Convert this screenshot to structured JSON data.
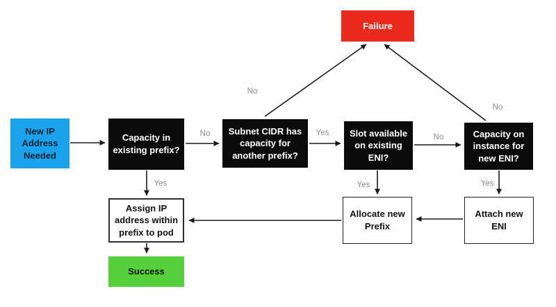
{
  "diagram_type": "flowchart",
  "colors": {
    "start_fill": "#1aa3ec",
    "decision_fill": "#0b0b0b",
    "decision_text": "#ffffff",
    "failure_fill": "#e8291c",
    "success_fill": "#55cf3b",
    "process_fill": "#ffffff",
    "edge_label_text": "#8b8b8b",
    "arrow_stroke": "#1a1a1a"
  },
  "nodes": {
    "start": {
      "label": "New IP Address Needed",
      "type": "start"
    },
    "cap": {
      "label": "Capacity in existing prefix?",
      "type": "decision"
    },
    "subnet": {
      "label": "Subnet CIDR has capacity for another prefix?",
      "type": "decision"
    },
    "slot": {
      "label": "Slot available on existing ENI?",
      "type": "decision"
    },
    "capinst": {
      "label": "Capacity on instance for new ENI?",
      "type": "decision"
    },
    "failure": {
      "label": "Failure",
      "type": "terminal-failure"
    },
    "assign": {
      "label": "Assign IP address within prefix to pod",
      "type": "process"
    },
    "alloc": {
      "label": "Allocate new Prefix",
      "type": "process"
    },
    "attach": {
      "label": "Attach new ENI",
      "type": "process"
    },
    "success": {
      "label": "Success",
      "type": "terminal-success"
    }
  },
  "edge_labels": {
    "cap_no": "No",
    "subnet_yes": "Yes",
    "slot_no": "No",
    "subnet_no": "No",
    "capinst_no": "No",
    "cap_yes": "Yes",
    "slot_yes": "Yes",
    "capinst_yes": "Yes"
  },
  "edges": [
    {
      "from": "start",
      "to": "cap",
      "label": ""
    },
    {
      "from": "cap",
      "to": "subnet",
      "label": "No"
    },
    {
      "from": "subnet",
      "to": "slot",
      "label": "Yes"
    },
    {
      "from": "slot",
      "to": "capinst",
      "label": "No"
    },
    {
      "from": "subnet",
      "to": "failure",
      "label": "No"
    },
    {
      "from": "capinst",
      "to": "failure",
      "label": "No"
    },
    {
      "from": "cap",
      "to": "assign",
      "label": "Yes"
    },
    {
      "from": "slot",
      "to": "alloc",
      "label": "Yes"
    },
    {
      "from": "capinst",
      "to": "attach",
      "label": "Yes"
    },
    {
      "from": "attach",
      "to": "alloc",
      "label": ""
    },
    {
      "from": "alloc",
      "to": "assign",
      "label": ""
    },
    {
      "from": "assign",
      "to": "success",
      "label": ""
    }
  ]
}
